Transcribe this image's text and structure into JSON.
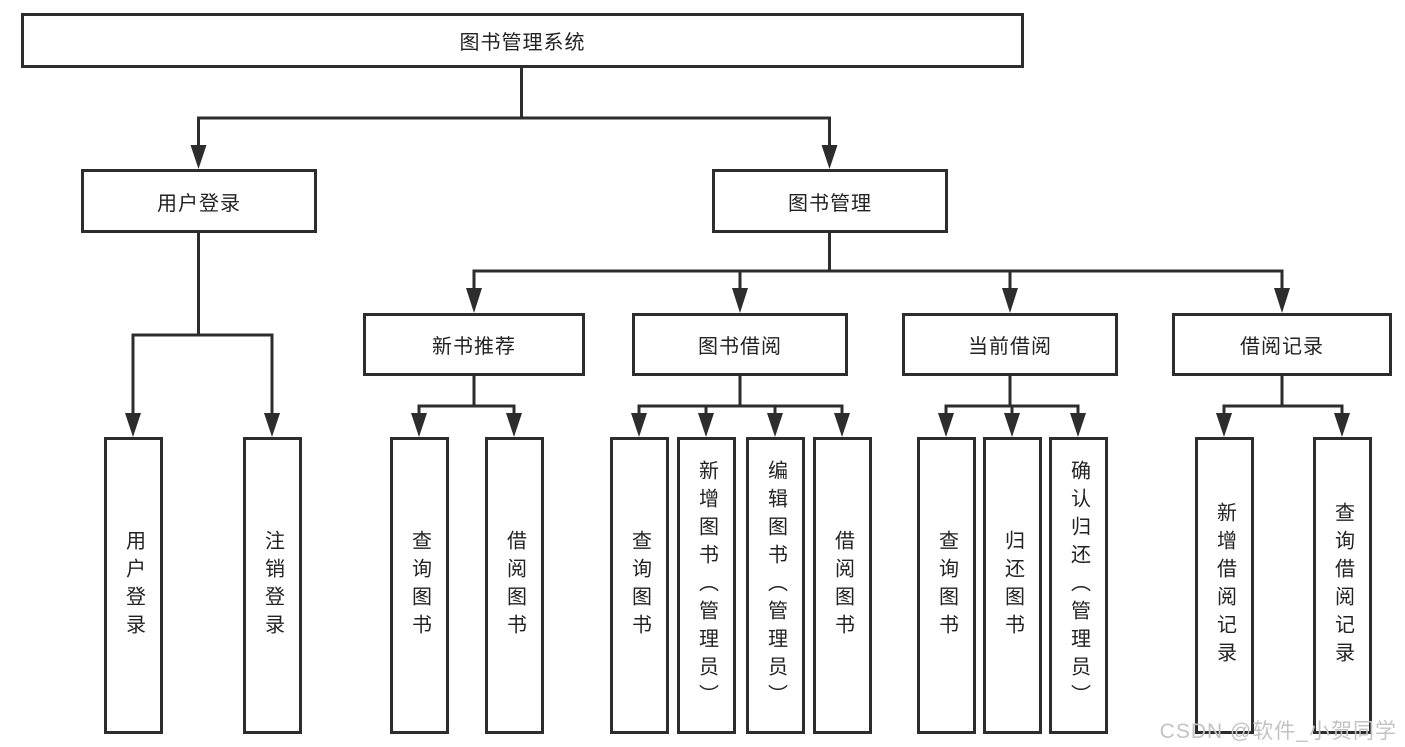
{
  "nodes": {
    "root": "图书管理系统",
    "level2": [
      "用户登录",
      "图书管理"
    ],
    "level3": [
      "新书推荐",
      "图书借阅",
      "当前借阅",
      "借阅记录"
    ],
    "leaves": [
      "用户登录",
      "注销登录",
      "查询图书",
      "借阅图书",
      "查询图书",
      "新增图书（管理员）",
      "编辑图书（管理员）",
      "借阅图书",
      "查询图书",
      "归还图书",
      "确认归还（管理员）",
      "新增借阅记录",
      "查询借阅记录"
    ]
  },
  "hierarchy": {
    "图书管理系统": [
      "用户登录",
      "图书管理"
    ],
    "用户登录": [
      "用户登录",
      "注销登录"
    ],
    "图书管理": [
      "新书推荐",
      "图书借阅",
      "当前借阅",
      "借阅记录"
    ],
    "新书推荐": [
      "查询图书",
      "借阅图书"
    ],
    "图书借阅": [
      "查询图书",
      "新增图书（管理员）",
      "编辑图书（管理员）",
      "借阅图书"
    ],
    "当前借阅": [
      "查询图书",
      "归还图书",
      "确认归还（管理员）"
    ],
    "借阅记录": [
      "新增借阅记录",
      "查询借阅记录"
    ]
  },
  "watermark": "CSDN @软件_小贺同学",
  "colors": {
    "line": "#2d2d2d",
    "text": "#222222",
    "background": "#ffffff",
    "watermark": "#c3c3c3"
  }
}
